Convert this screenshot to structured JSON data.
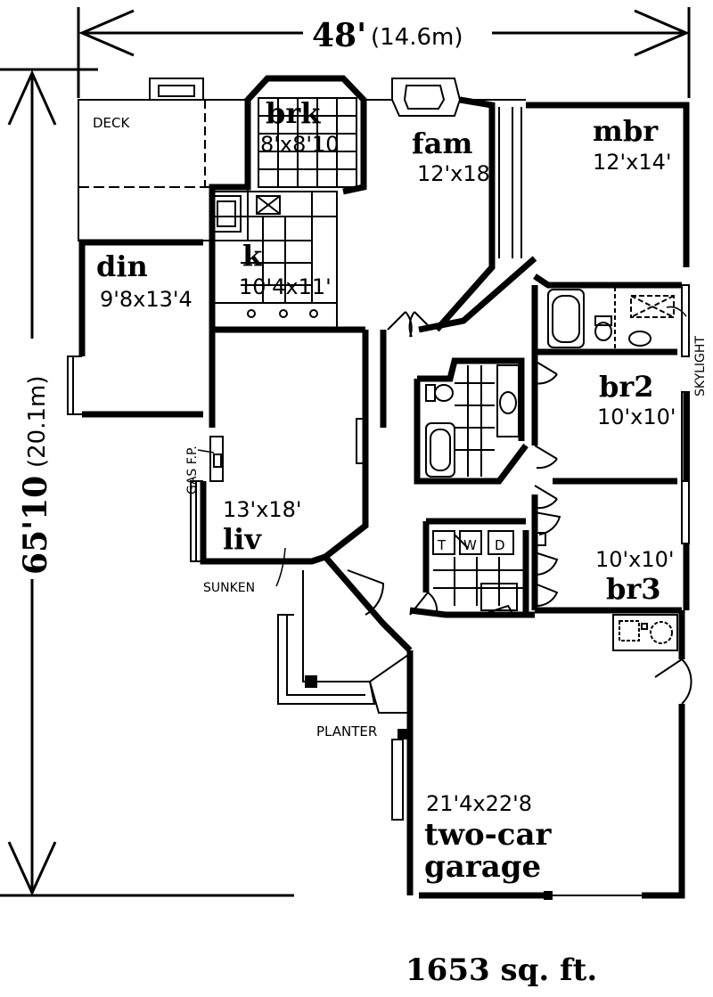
{
  "overall": {
    "width_label": "48'",
    "width_metric": "(14.6m)",
    "depth_label": "65'10",
    "depth_metric": "(20.1m)"
  },
  "rooms": {
    "brk": {
      "name": "brk",
      "dims": "8'x8'10"
    },
    "fam": {
      "name": "fam",
      "dims": "12'x18'"
    },
    "mbr": {
      "name": "mbr",
      "dims": "12'x14'"
    },
    "din": {
      "name": "din",
      "dims": "9'8x13'4"
    },
    "k": {
      "name": "k",
      "dims": "10'4x11'"
    },
    "br2": {
      "name": "br2",
      "dims": "10'x10'"
    },
    "liv": {
      "name": "liv",
      "dims": "13'x18'"
    },
    "br3": {
      "name": "br3",
      "dims": "10'x10'"
    },
    "garage": {
      "dims": "21'4x22'8",
      "line1": "two-car",
      "line2": "garage"
    }
  },
  "notes": {
    "deck": "DECK",
    "skylight": "SKYLIGHT",
    "gas_fp": "GAS F.P.",
    "sunken": "SUNKEN",
    "planter": "PLANTER",
    "washer": "W",
    "dryer": "D",
    "tub": "T"
  },
  "area": "1653 sq. ft."
}
